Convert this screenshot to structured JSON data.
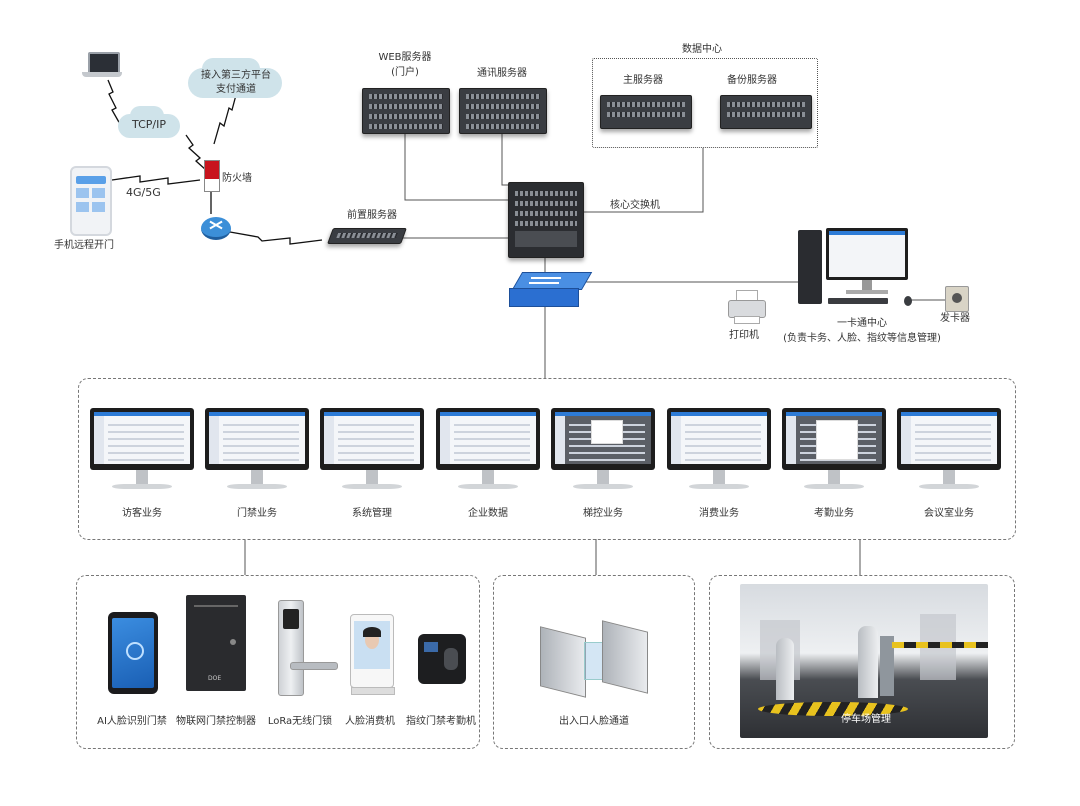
{
  "title": "",
  "network": {
    "third_party": [
      "接入第三方平台",
      "支付通道"
    ],
    "tcpip": "TCP/IP",
    "mobile_net": "4G/5G",
    "firewall": "防火墙",
    "mobile_remote": "手机远程开门",
    "front_server": "前置服务器",
    "web_server": [
      "WEB服务器",
      "(门户)"
    ],
    "comm_server": "通讯服务器",
    "data_center": "数据中心",
    "main_server": "主服务器",
    "backup_server": "备份服务器",
    "core_switch": "核心交换机"
  },
  "card_center": {
    "printer": "打印机",
    "title": "一卡通中心",
    "desc": "(负责卡务、人脸、指纹等信息管理)",
    "card_issuer": "发卡器"
  },
  "services": [
    "访客业务",
    "门禁业务",
    "系统管理",
    "企业数据",
    "梯控业务",
    "消费业务",
    "考勤业务",
    "会议室业务"
  ],
  "devices": [
    "AI人脸识别门禁",
    "物联网门禁控制器",
    "LoRa无线门锁",
    "人脸消费机",
    "指纹门禁考勤机"
  ],
  "device_text": {
    "controller_brand": "DOE"
  },
  "gate": "出入口人脸通道",
  "parking": "停车场管理",
  "colors": {
    "switch_blue": "#2b6fd1",
    "cloud": "#cfe3ea",
    "firewall_red": "#c8141e",
    "line": "#555555"
  }
}
